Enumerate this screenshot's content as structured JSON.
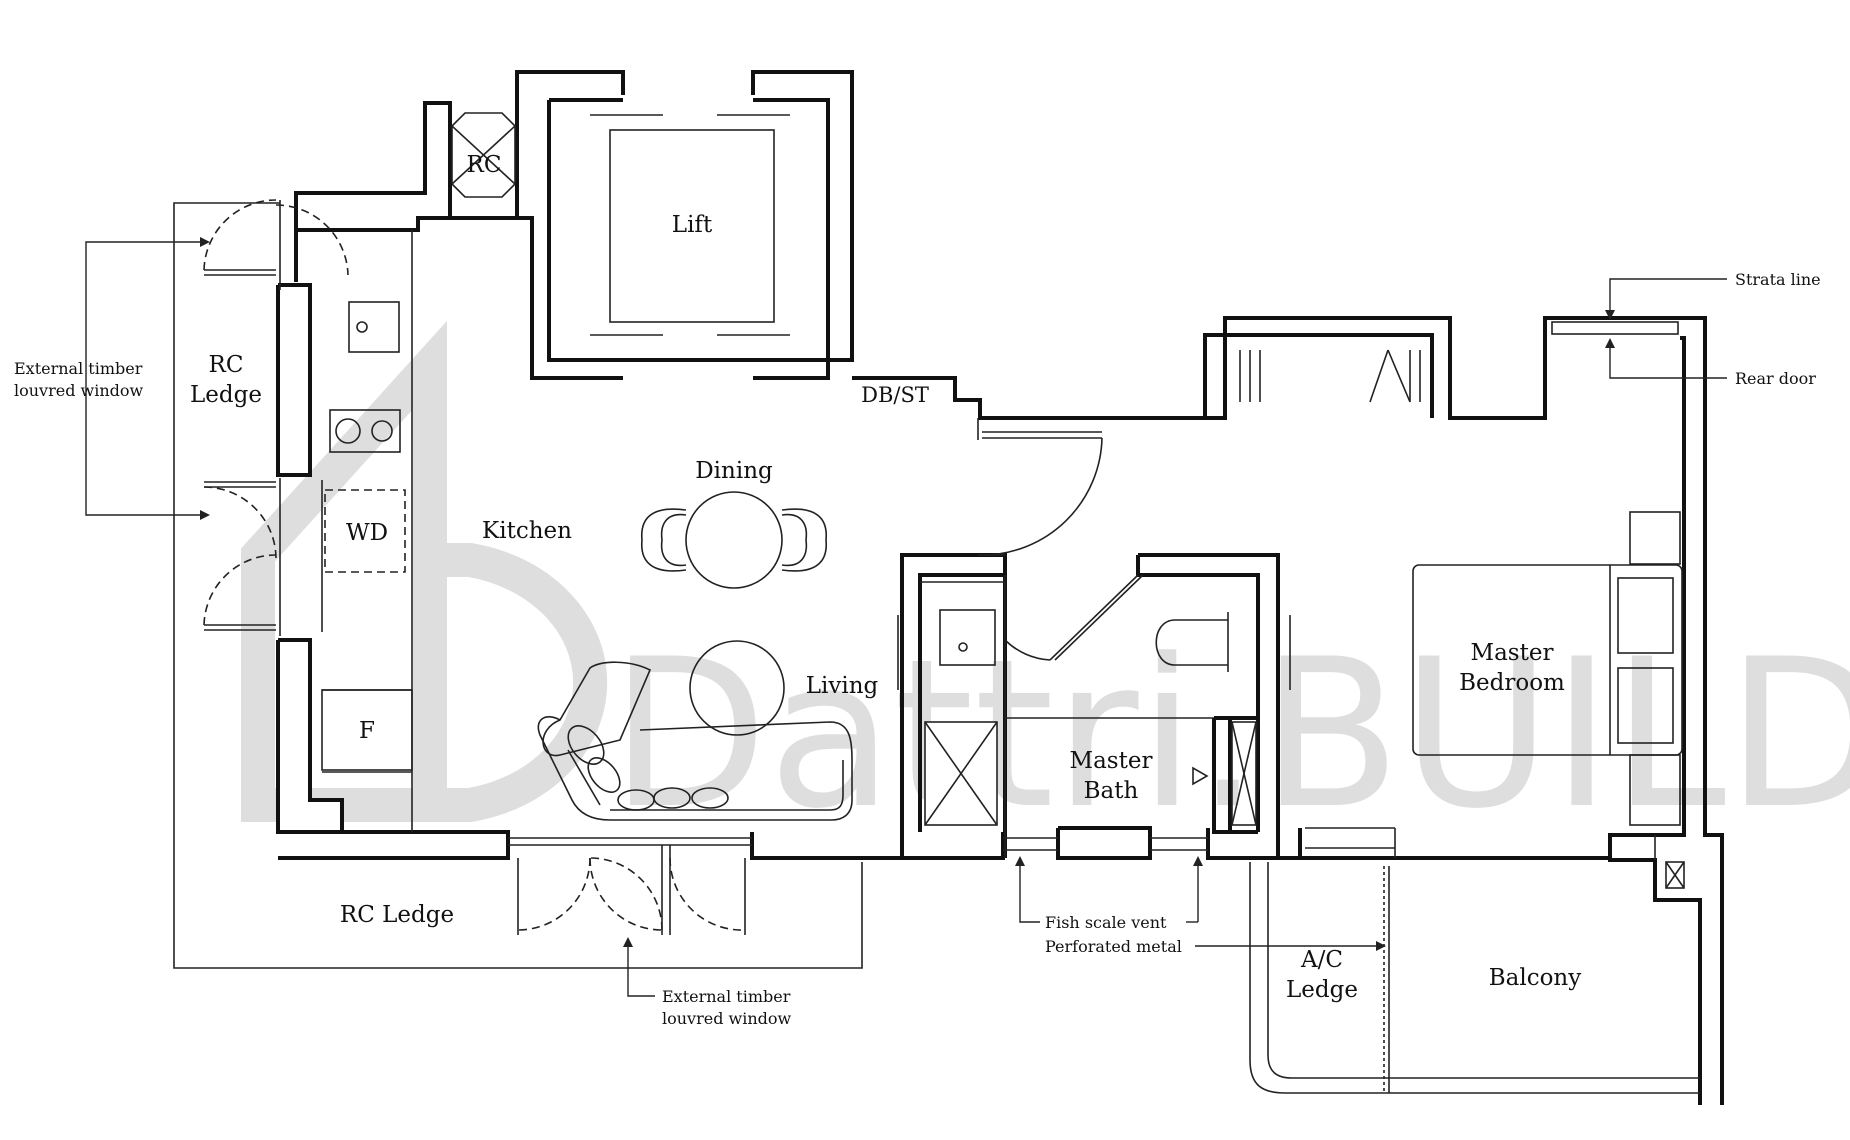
{
  "watermark": "Dattri.BUILD",
  "rooms": {
    "rc": "RC",
    "lift": "Lift",
    "db_st": "DB/ST",
    "rc_ledge_side_line1": "RC",
    "rc_ledge_side_line2": "Ledge",
    "wd": "WD",
    "kitchen": "Kitchen",
    "dining": "Dining",
    "living": "Living",
    "fridge": "F",
    "rc_ledge_bottom": "RC Ledge",
    "master_bath_line1": "Master",
    "master_bath_line2": "Bath",
    "master_bedroom_line1": "Master",
    "master_bedroom_line2": "Bedroom",
    "ac_ledge_line1": "A/C",
    "ac_ledge_line2": "Ledge",
    "balcony": "Balcony"
  },
  "annotations": {
    "ext_window_left_line1": "External timber",
    "ext_window_left_line2": "louvred window",
    "ext_window_bottom_line1": "External timber",
    "ext_window_bottom_line2": "louvred window",
    "strata_line": "Strata line",
    "rear_door": "Rear door",
    "fish_scale_vent": "Fish scale vent",
    "perforated_metal": "Perforated metal"
  },
  "colors": {
    "walls": "#111111",
    "watermark": "#dedede",
    "background": "#ffffff"
  }
}
